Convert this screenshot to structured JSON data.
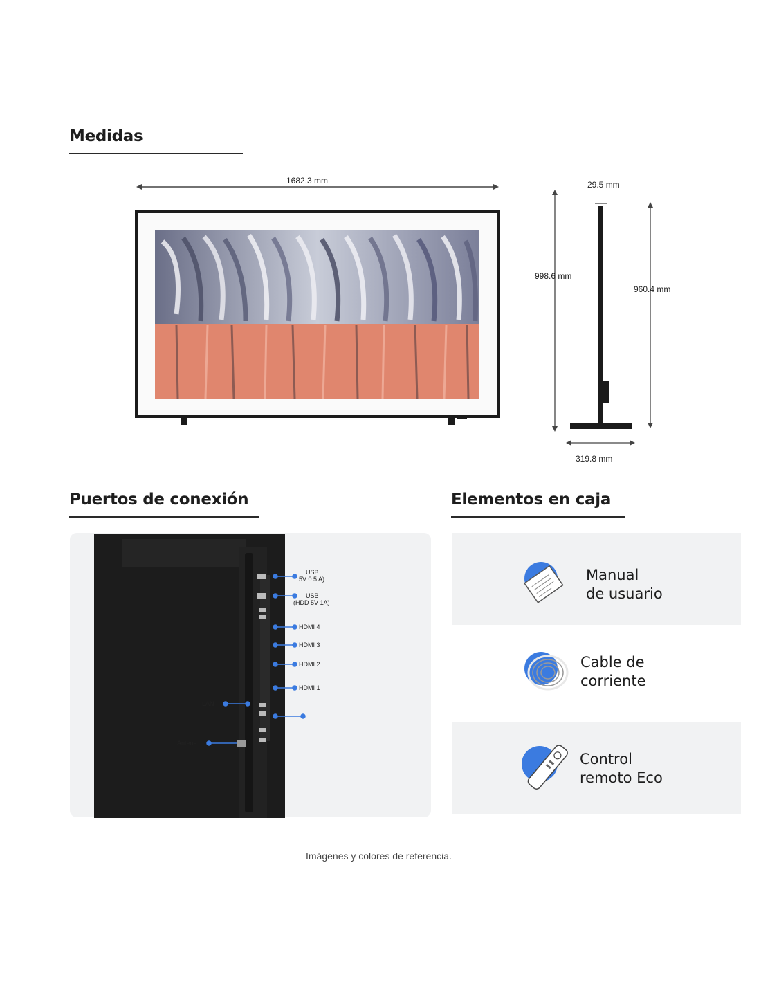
{
  "sections": {
    "measures_title": "Medidas",
    "ports_title": "Puertos de conexión",
    "box_title": "Elementos en caja"
  },
  "dimensions": {
    "width": "1682.3  mm",
    "depth_top": "29.5 mm",
    "height_total": "998.6 mm",
    "height_panel": "960.4 mm",
    "stand_depth": "319.8 mm"
  },
  "ports": {
    "usb1": [
      "USB",
      "5V 0.5 A)"
    ],
    "usb2": [
      "USB",
      "(HDD 5V 1A)"
    ],
    "hdmi4": "HDMI 4",
    "hdmi3": "HDMI 3",
    "hdmi2": "HDMI 2",
    "hdmi1": "HDMI 1",
    "lan": "LAN",
    "antenna": "Antena"
  },
  "box_items": [
    {
      "line1": "Manual",
      "line2": "de usuario",
      "icon": "manual-icon"
    },
    {
      "line1": "Cable de",
      "line2": "corriente",
      "icon": "power-cable-icon"
    },
    {
      "line1": "Control",
      "line2": "remoto Eco",
      "icon": "remote-control-icon"
    }
  ],
  "footer": "Imágenes y colores de referencia.",
  "colors": {
    "accent": "#3b7be0",
    "dark": "#1c1c1c",
    "card_bg": "#f1f2f3"
  }
}
